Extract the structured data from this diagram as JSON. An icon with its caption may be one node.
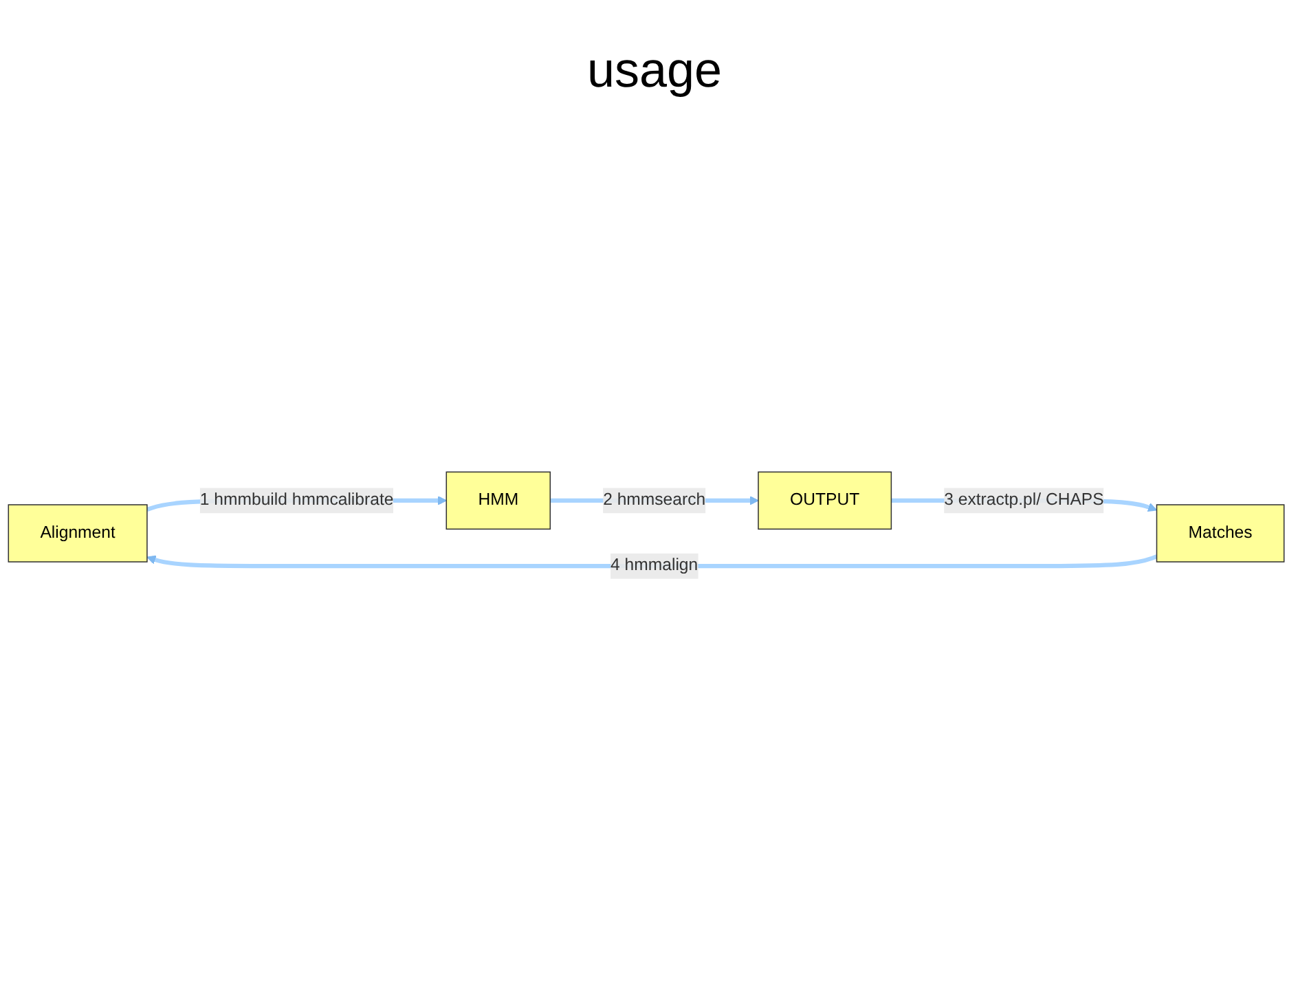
{
  "diagram": {
    "title": "usage",
    "nodes": [
      {
        "text": [
          "Alignment"
        ]
      },
      {
        "text": [
          "HMM"
        ]
      },
      {
        "text": [
          "OUTPUT"
        ]
      },
      {
        "text": [
          "Matches"
        ]
      }
    ],
    "edges": [
      {
        "from": 0,
        "to": 1,
        "arrow": "to",
        "label": "1 hmmbuild hmmcalibrate"
      },
      {
        "from": 1,
        "to": 2,
        "arrow": "to",
        "label": "2 hmmsearch"
      },
      {
        "from": 2,
        "to": 3,
        "arrow": "to",
        "label": "3 extractp.pl/ CHAPS"
      },
      {
        "from": 3,
        "to": 0,
        "arrow": "to",
        "label": "4 hmmalign"
      }
    ]
  }
}
